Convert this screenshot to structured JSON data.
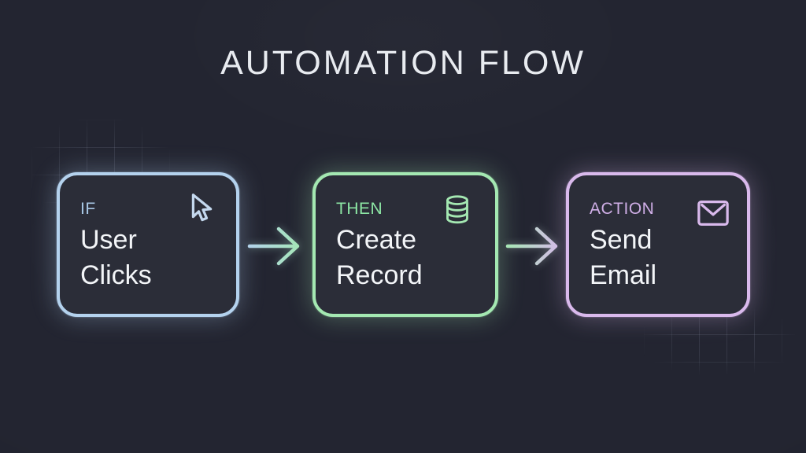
{
  "title": "AUTOMATION FLOW",
  "nodes": [
    {
      "label": "IF",
      "text_line1": "User",
      "text_line2": "Clicks",
      "icon": "cursor-icon",
      "accent": "#b4d2ee"
    },
    {
      "label": "THEN",
      "text_line1": "Create",
      "text_line2": "Record",
      "icon": "database-icon",
      "accent": "#a4e8b2"
    },
    {
      "label": "ACTION",
      "text_line1": "Send",
      "text_line2": "Email",
      "icon": "envelope-icon",
      "accent": "#d9b9ec"
    }
  ],
  "connectors": [
    {
      "name": "arrow-1",
      "from": "IF",
      "to": "THEN",
      "gradient_start": "#b4d2ee",
      "gradient_end": "#a4e8b2"
    },
    {
      "name": "arrow-2",
      "from": "THEN",
      "to": "ACTION",
      "gradient_start": "#a4e8b2",
      "gradient_end": "#d9b9ec"
    }
  ],
  "colors": {
    "background": "#232531",
    "node_fill": "#2b2d38",
    "body_text": "#f3f5f8",
    "title_text": "#e8ebf0"
  }
}
